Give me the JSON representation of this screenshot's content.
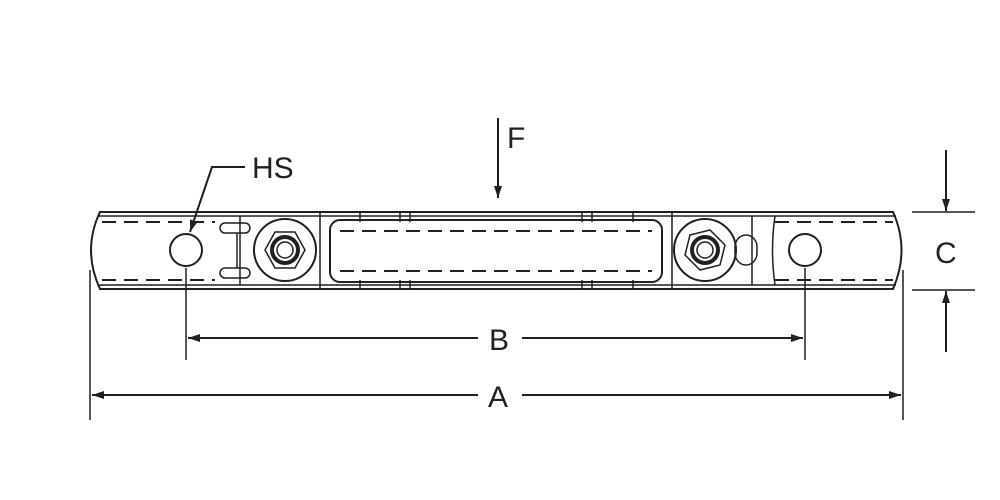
{
  "labels": {
    "force": "F",
    "hole_size": "HS",
    "height": "C",
    "hole_spacing": "B",
    "overall_length": "A"
  },
  "colors": {
    "line": "#231f20",
    "background": "#ffffff"
  }
}
